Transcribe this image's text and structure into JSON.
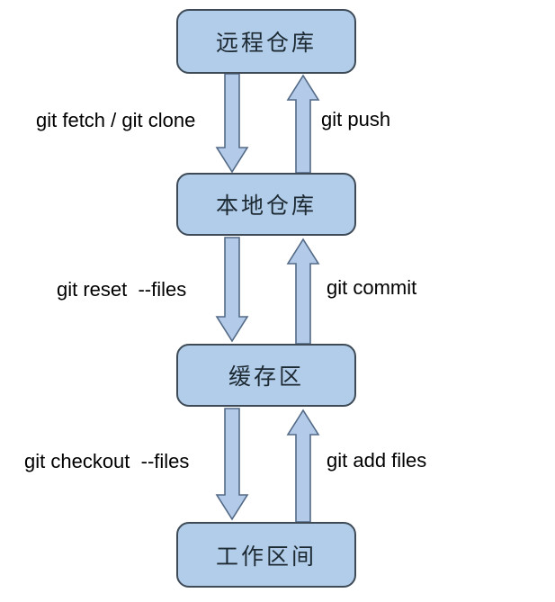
{
  "diagram": {
    "title": "git-workflow-diagram",
    "boxes": [
      {
        "id": "remote",
        "label": "远程仓库"
      },
      {
        "id": "local",
        "label": "本地仓库"
      },
      {
        "id": "stage",
        "label": "缓存区"
      },
      {
        "id": "workspace",
        "label": "工作区间"
      }
    ],
    "edges": [
      {
        "id": "fetch",
        "label": "git fetch / git clone",
        "direction": "down",
        "from": "remote",
        "to": "local"
      },
      {
        "id": "push",
        "label": "git push",
        "direction": "up",
        "from": "local",
        "to": "remote"
      },
      {
        "id": "reset",
        "label": "git reset  --files",
        "direction": "down",
        "from": "local",
        "to": "stage"
      },
      {
        "id": "commit",
        "label": "git commit",
        "direction": "up",
        "from": "stage",
        "to": "local"
      },
      {
        "id": "checkout",
        "label": "git checkout  --files",
        "direction": "down",
        "from": "stage",
        "to": "workspace"
      },
      {
        "id": "add",
        "label": "git add files",
        "direction": "up",
        "from": "workspace",
        "to": "stage"
      }
    ],
    "colors": {
      "bg": "#ffffff",
      "box_fill": "#b2cde9",
      "box_border": "#3e4b57",
      "arrow_fill": "#b3cbe8",
      "arrow_stroke": "#536a87",
      "text": "#000000"
    }
  }
}
